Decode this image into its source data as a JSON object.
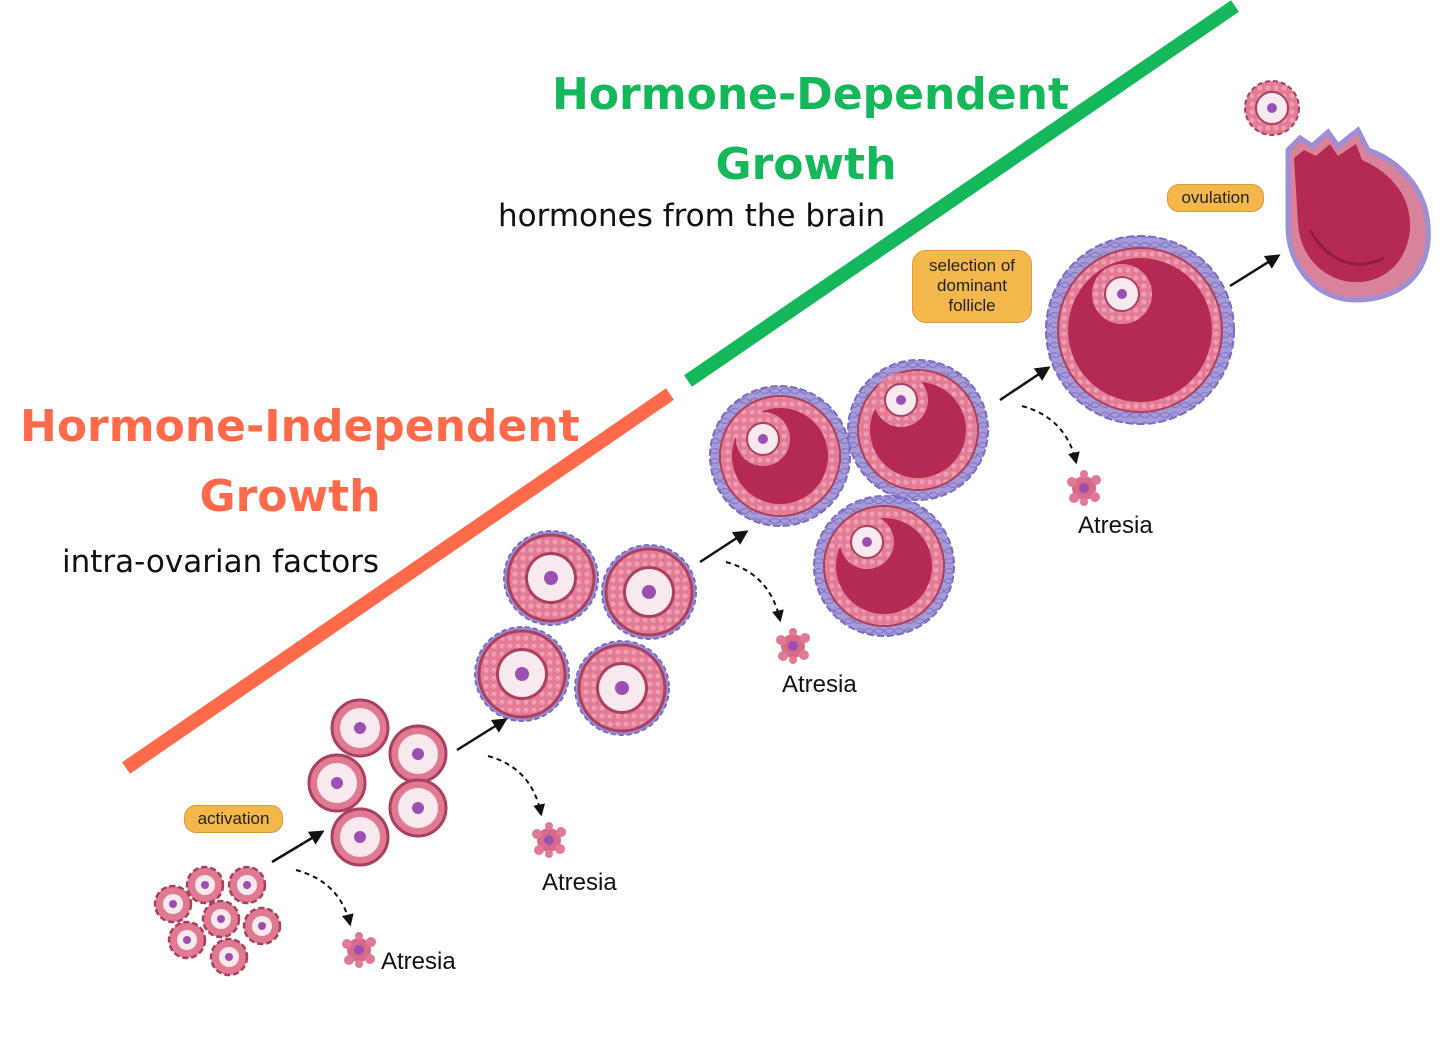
{
  "independent": {
    "title_line1": "Hormone-Independent",
    "title_line2": "Growth",
    "subtitle": "intra-ovarian factors",
    "color": "#ff6b4a"
  },
  "dependent": {
    "title_line1": "Hormone-Dependent",
    "title_line2": "Growth",
    "subtitle": "hormones from the brain",
    "color": "#14b85a"
  },
  "stage_labels": {
    "activation": "activation",
    "selection_line1": "selection of",
    "selection_line2": "dominant",
    "selection_line3": "follicle",
    "ovulation": "ovulation"
  },
  "atresia_label": "Atresia",
  "colors": {
    "ring_pink": "#e07a93",
    "ring_border": "#a9405e",
    "oocyte": "#f7e9ee",
    "nucleus": "#9b4fb0",
    "antrum": "#b52a54",
    "theca": "#9d8fd6",
    "badge": "#f4b74c"
  }
}
